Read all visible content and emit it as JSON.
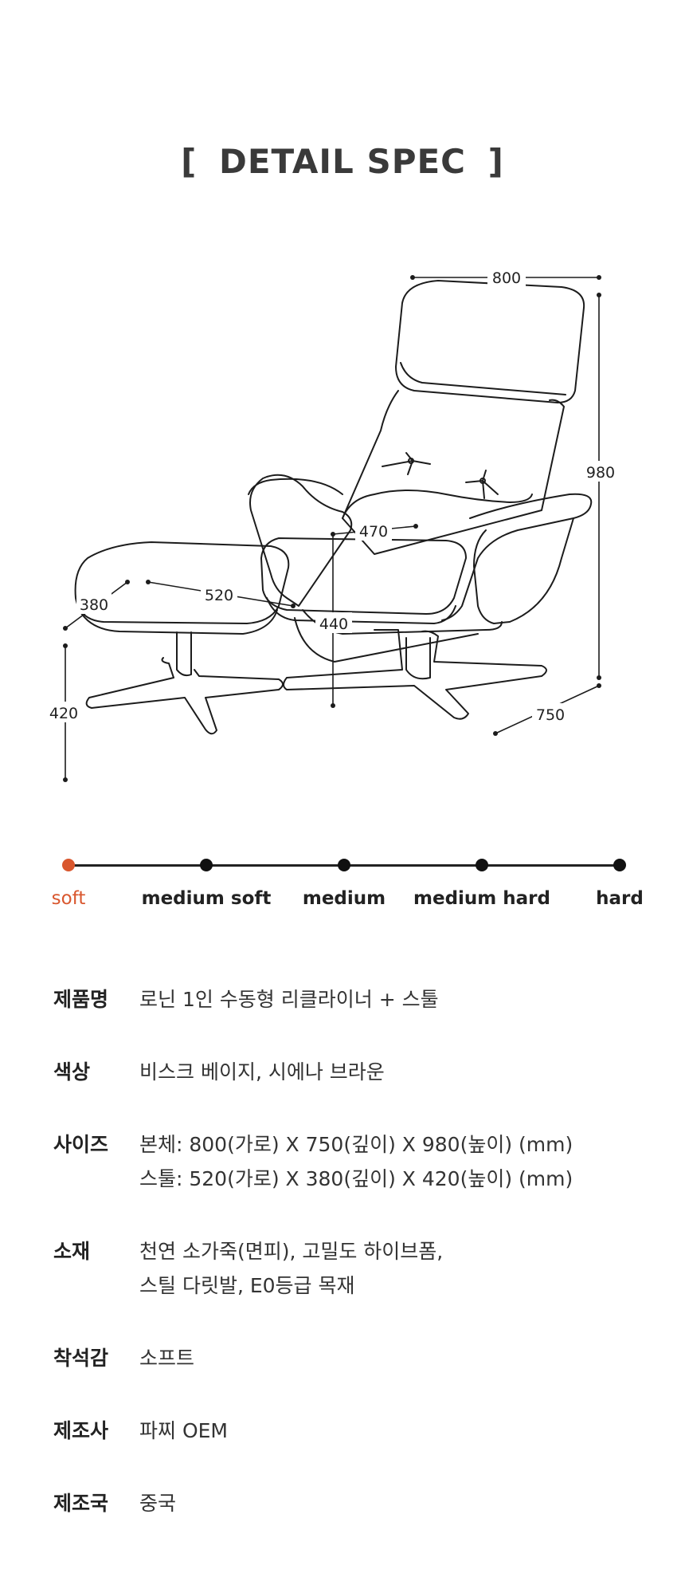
{
  "header": {
    "open_bracket": "[",
    "title": "DETAIL SPEC",
    "close_bracket": "]"
  },
  "dimensions": {
    "chair_width": "800",
    "chair_height": "980",
    "chair_depth": "750",
    "seat_depth": "470",
    "seat_height": "440",
    "stool_width": "520",
    "stool_depth": "380",
    "stool_height": "420"
  },
  "firmness": {
    "selected_index": 0,
    "levels": [
      "soft",
      "medium soft",
      "medium",
      "medium hard",
      "hard"
    ],
    "active_color": "#d9572e"
  },
  "specs": [
    {
      "label": "제품명",
      "lines": [
        "로닌 1인 수동형 리클라이너 + 스툴"
      ]
    },
    {
      "label": "색상",
      "lines": [
        "비스크 베이지, 시에나 브라운"
      ]
    },
    {
      "label": "사이즈",
      "lines": [
        "본체: 800(가로) X 750(깊이) X 980(높이) (mm)",
        "스툴: 520(가로) X 380(깊이) X 420(높이) (mm)"
      ]
    },
    {
      "label": "소재",
      "lines": [
        "천연 소가죽(면피), 고밀도 하이브폼,",
        "스틸 다릿발, E0등급 목재"
      ]
    },
    {
      "label": "착석감",
      "lines": [
        "소프트"
      ]
    },
    {
      "label": "제조사",
      "lines": [
        "파찌 OEM"
      ]
    },
    {
      "label": "제조국",
      "lines": [
        "중국"
      ]
    }
  ]
}
